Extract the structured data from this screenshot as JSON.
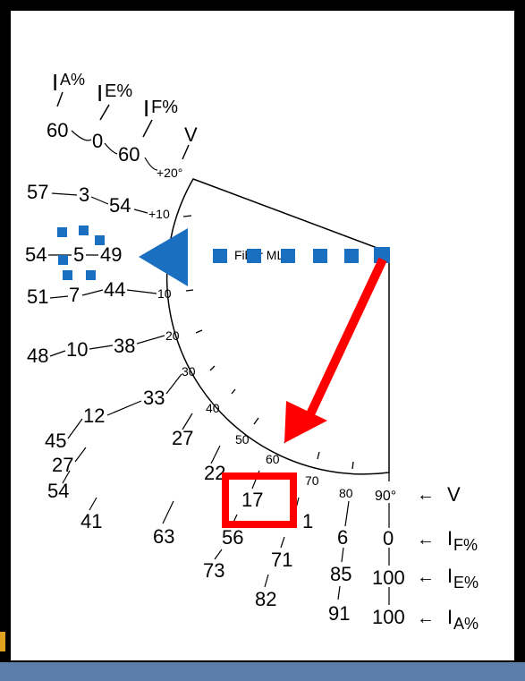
{
  "colors": {
    "frame": "#000000",
    "panel": "#ffffff",
    "dotted_arrow": "#1a6fc0",
    "red_arrow": "#ff0000",
    "highlight_box": "#ff0000",
    "bottom_strip": "#5b7fa8"
  },
  "header_labels": {
    "ia": "I",
    "ia_sub": "A%",
    "ie": "I",
    "ie_sub": "E%",
    "if": "I",
    "if_sub": "F%",
    "v": "V"
  },
  "angle_labels": {
    "a20": "+20°",
    "a10p": "+10",
    "a0": "",
    "a10m": "10",
    "a20m": "20",
    "a30": "30",
    "a40": "40",
    "a50": "50",
    "a60": "60",
    "a70": "70",
    "a80": "80",
    "a90": "90°"
  },
  "rows": {
    "r20": [
      "60",
      "0",
      "60"
    ],
    "r10": [
      "57",
      "3",
      "54"
    ],
    "r0": [
      "54",
      "5",
      "49"
    ],
    "rm10": [
      "51",
      "7",
      "44"
    ],
    "rm20": [
      "48",
      "10",
      "38"
    ],
    "r30": [
      "45",
      "12",
      "33"
    ],
    "r40": [
      "27",
      "27"
    ],
    "r50": [
      "54",
      "22"
    ],
    "r60": [
      "41",
      "17"
    ],
    "r70": [
      "63",
      "56",
      "73"
    ],
    "r70b": [
      "1",
      "71",
      "82"
    ],
    "r80": [
      "6",
      "85",
      "91"
    ],
    "r90": [
      "0",
      "100",
      "100"
    ]
  },
  "right_labels": {
    "v": "V",
    "if": "I",
    "if_sub": "F%",
    "ie": "I",
    "ie_sub": "E%",
    "ia": "I",
    "ia_sub": "A%"
  },
  "arrow_glyph": "←",
  "fiber_text": "Fiber ML"
}
